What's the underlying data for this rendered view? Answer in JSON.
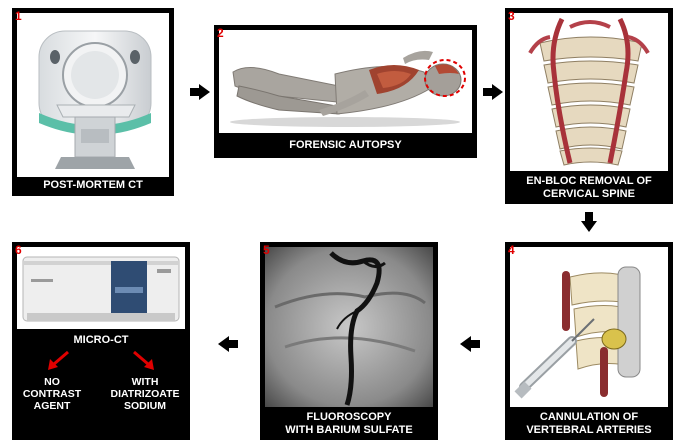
{
  "panels": [
    {
      "number": "1",
      "caption_lines": [
        "POST-MORTEM CT"
      ]
    },
    {
      "number": "2",
      "caption_lines": [
        "FORENSIC AUTOPSY"
      ]
    },
    {
      "number": "3",
      "caption_lines": [
        "EN-BLOC REMOVAL OF",
        "CERVICAL SPINE"
      ]
    },
    {
      "number": "4",
      "caption_lines": [
        "CANNULATION OF",
        "VERTEBRAL ARTERIES"
      ]
    },
    {
      "number": "5",
      "caption_lines": [
        "FLUOROSCOPY",
        "WITH BARIUM SULFATE"
      ]
    },
    {
      "number": "6",
      "caption_lines": [
        "MICRO-CT"
      ]
    }
  ],
  "microct_options": [
    {
      "lines": [
        "NO",
        "CONTRAST",
        "AGENT"
      ]
    },
    {
      "lines": [
        "WITH",
        "DIATRIZOATE",
        "SODIUM"
      ]
    }
  ],
  "colors": {
    "panel_bg": "#000000",
    "number": "#e00000",
    "branch_arrow": "#e00000"
  }
}
